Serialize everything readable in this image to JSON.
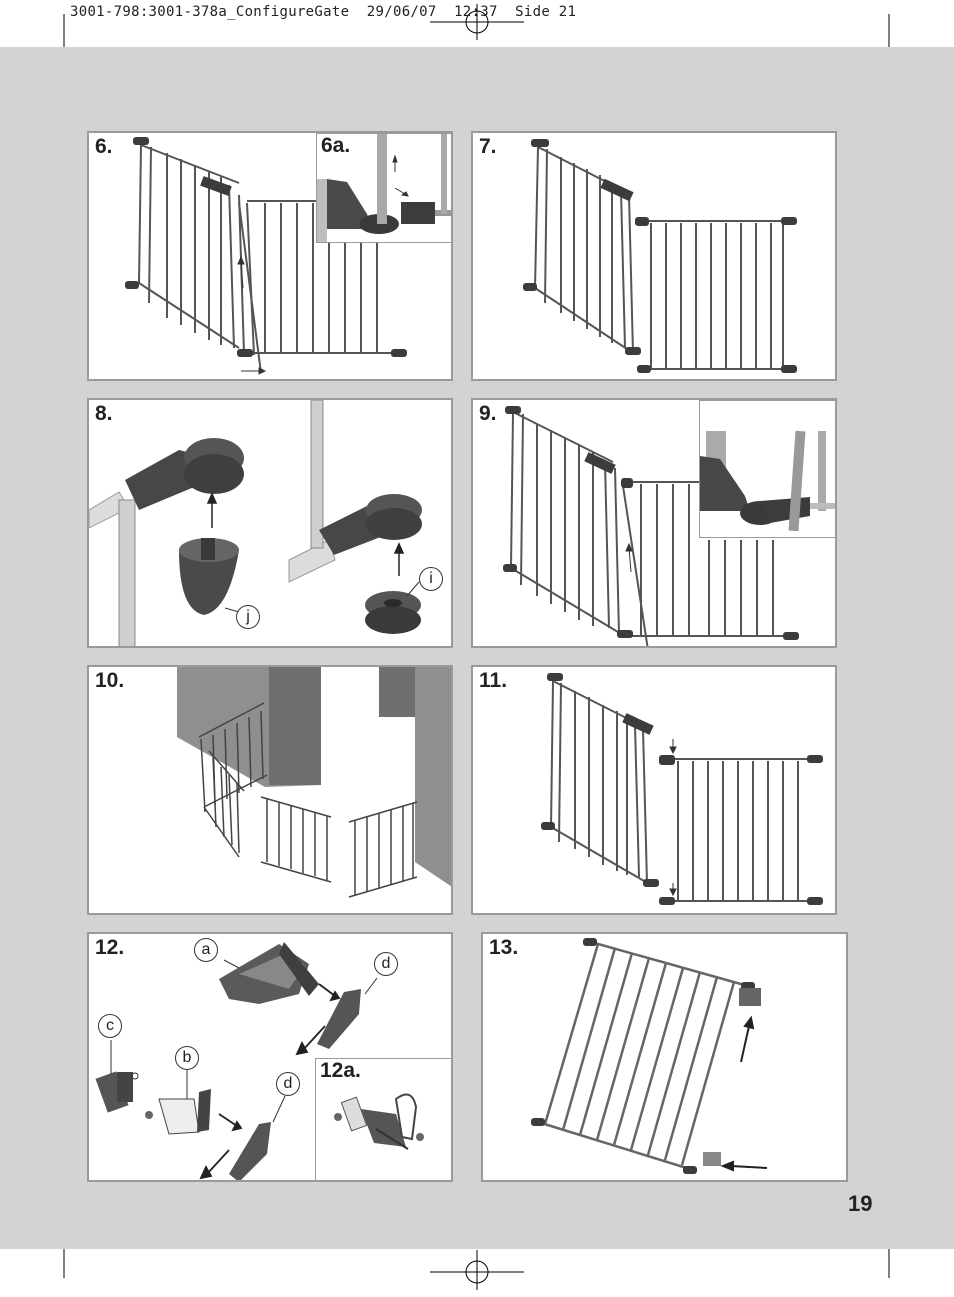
{
  "header": {
    "print_info": "3001-798:3001-378a_ConfigureGate  29/06/07  12:37  Side 21"
  },
  "steps": {
    "s6": "6.",
    "s6a": "6a.",
    "s7": "7.",
    "s8": "8.",
    "s9": "9.",
    "s10": "10.",
    "s11": "11.",
    "s12": "12.",
    "s12a": "12a.",
    "s13": "13."
  },
  "callouts": {
    "a": "a",
    "b": "b",
    "c": "c",
    "d1": "d",
    "d2": "d",
    "i": "i",
    "j": "j"
  },
  "page_number": "19",
  "colors": {
    "page_background": "#d3d3d3",
    "panel_border": "#9a9a9a",
    "gate_metal": "#8a8a8a",
    "plastic_dark": "#3c3c3c"
  }
}
